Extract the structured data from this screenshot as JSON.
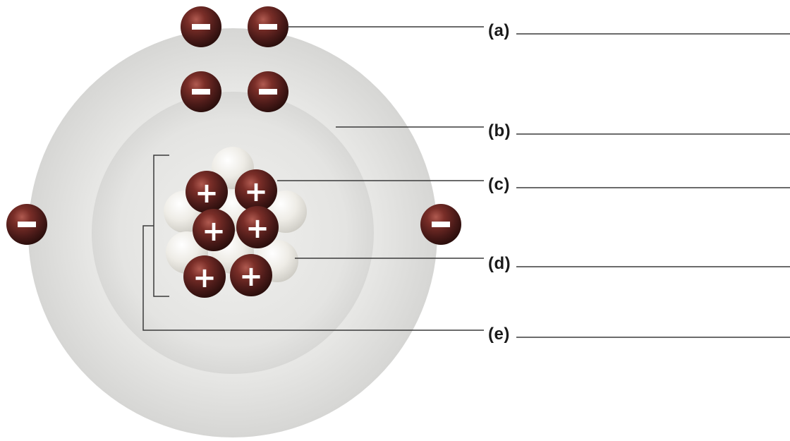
{
  "diagram": {
    "labels": [
      {
        "id": "a",
        "text": "(a)"
      },
      {
        "id": "b",
        "text": "(b)"
      },
      {
        "id": "c",
        "text": "(c)"
      },
      {
        "id": "d",
        "text": "(d)"
      },
      {
        "id": "e",
        "text": "(e)"
      }
    ],
    "electron_sign": "−",
    "proton_sign": "+",
    "electron_count": 6,
    "proton_count": 6,
    "colors": {
      "particle_dark": "#4a1a1a",
      "particle_highlight": "#8a3a34",
      "neutron": "#ecebe6",
      "shell": "#dcdcdc",
      "line": "#3a3a3a"
    }
  }
}
